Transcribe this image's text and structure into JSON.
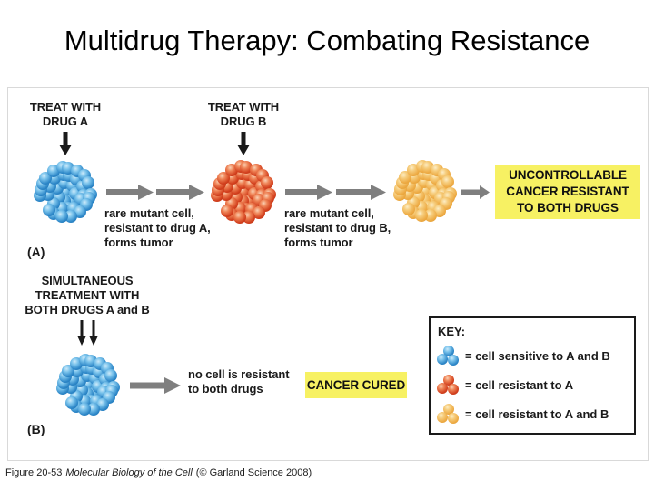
{
  "slide": {
    "title": "Multidrug Therapy: Combating Resistance"
  },
  "figure": {
    "panel_a": {
      "label": "(A)",
      "treat_drug_a": "TREAT WITH\nDRUG A",
      "mutant_a": "rare mutant cell,\nresistant to drug A,\nforms tumor",
      "treat_drug_b": "TREAT WITH\nDRUG B",
      "mutant_b": "rare mutant cell,\nresistant to drug B,\nforms tumor",
      "outcome": "UNCONTROLLABLE\nCANCER RESISTANT\nTO BOTH DRUGS"
    },
    "panel_b": {
      "label": "(B)",
      "treatment": "SIMULTANEOUS\nTREATMENT WITH\nBOTH DRUGS A and B",
      "no_cell": "no cell is resistant\nto both drugs",
      "outcome": "CANCER CURED"
    },
    "key": {
      "heading": "KEY:",
      "items": [
        {
          "icon": "blue-cells-icon",
          "label": "= cell sensitive to A and B"
        },
        {
          "icon": "red-cells-icon",
          "label": "= cell resistant to A"
        },
        {
          "icon": "orange-cells-icon",
          "label": "= cell resistant to A and B"
        }
      ]
    },
    "colors": {
      "cell_sensitive_blue": "#2d87c8",
      "cell_resistant_a_red": "#d23f1d",
      "cell_resistant_ab_orange": "#edaa43",
      "arrow_gray": "#7f7f7f",
      "highlight_yellow": "#f7f163"
    }
  },
  "caption": {
    "figure_number": "Figure 20-53",
    "book_title": "Molecular Biology of the Cell",
    "publisher": "(© Garland Science 2008)"
  }
}
